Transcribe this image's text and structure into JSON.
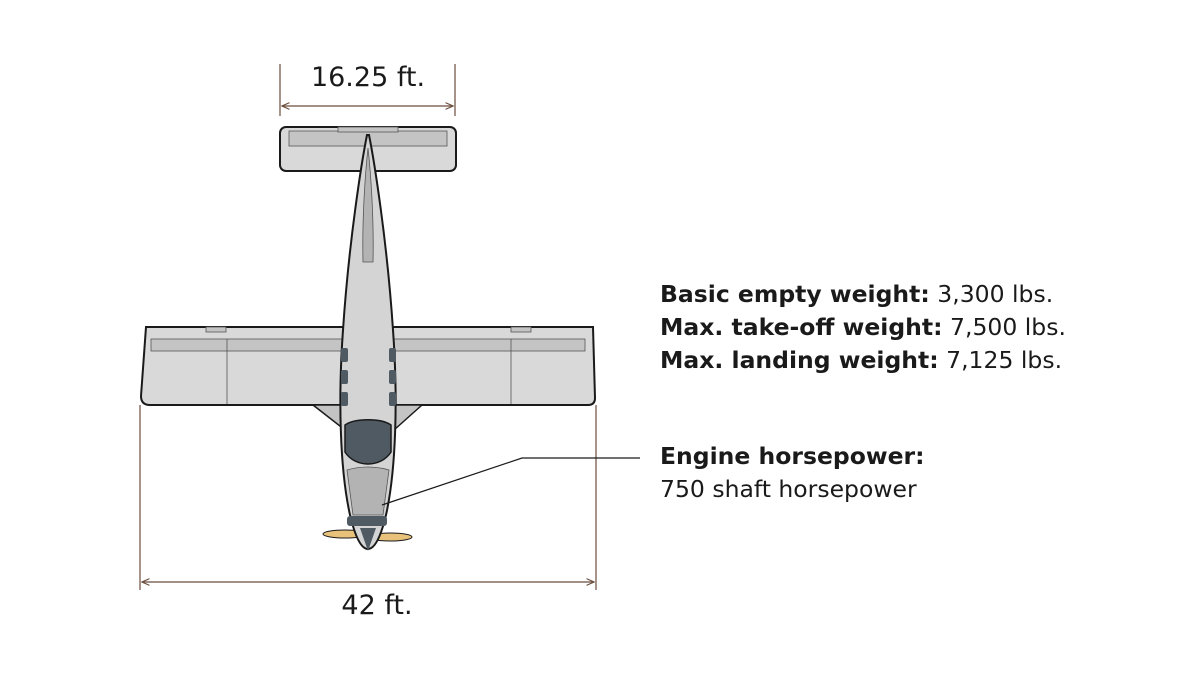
{
  "dimensions": {
    "tail_span": "16.25 ft.",
    "wing_span": "42 ft."
  },
  "weights": [
    {
      "label": "Basic empty weight:",
      "value": "3,300 lbs."
    },
    {
      "label": "Max. take-off weight:",
      "value": "7,500 lbs."
    },
    {
      "label": "Max. landing weight:",
      "value": "7,125 lbs."
    }
  ],
  "engine": {
    "label": "Engine horsepower:",
    "value": "750 shaft horsepower"
  },
  "colors": {
    "outline": "#1a1a1a",
    "airframe_light": "#d9d9d9",
    "airframe_mid": "#c4c4c4",
    "canopy": "#4f5a63",
    "propeller": "#e8c27a",
    "dimension_line": "#6b4e3d"
  }
}
